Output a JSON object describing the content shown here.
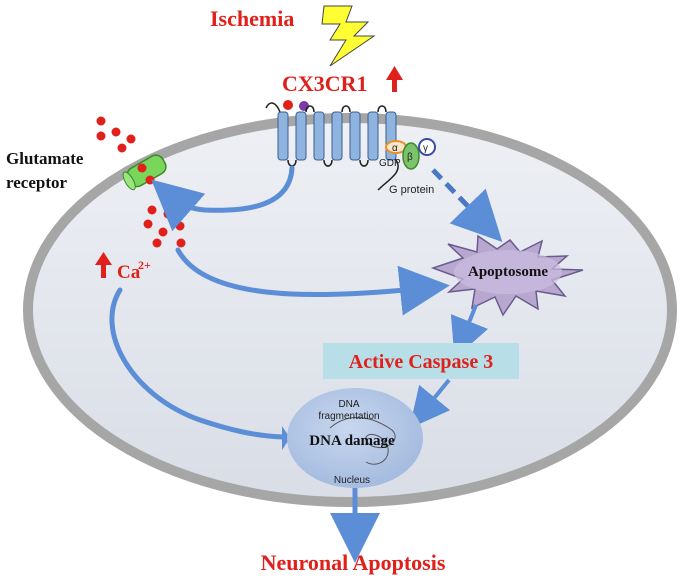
{
  "labels": {
    "ischemia": "Ischemia",
    "receptor": "CX3CR1",
    "glutamate_line1": "Glutamate",
    "glutamate_line2": "receptor",
    "calcium_base": "Ca",
    "calcium_sup": "2+",
    "apoptosome": "Apoptosome",
    "caspase": "Active Caspase 3",
    "dna_frag_line1": "DNA",
    "dna_frag_line2": "fragmentation",
    "dna_damage": "DNA damage",
    "nucleus": "Nucleus",
    "outcome": "Neuronal Apoptosis",
    "gdp": "GDP",
    "g_protein": "G protein",
    "alpha": "α",
    "beta": "β",
    "gamma": "γ"
  },
  "colors": {
    "red": "#e0201b",
    "membrane": "#a6a6a6",
    "cell_fill": "#dfe2ea",
    "arrow_blue": "#5b8ed6",
    "nucleus_fill": "#b3c6e4",
    "caspase_box": "#b8dfe8",
    "apoptosome_fill": "#b8a8cf",
    "lightning": "#ffff33",
    "receptor_blue": "#8fb4e0",
    "green_channel": "#79d65a"
  }
}
